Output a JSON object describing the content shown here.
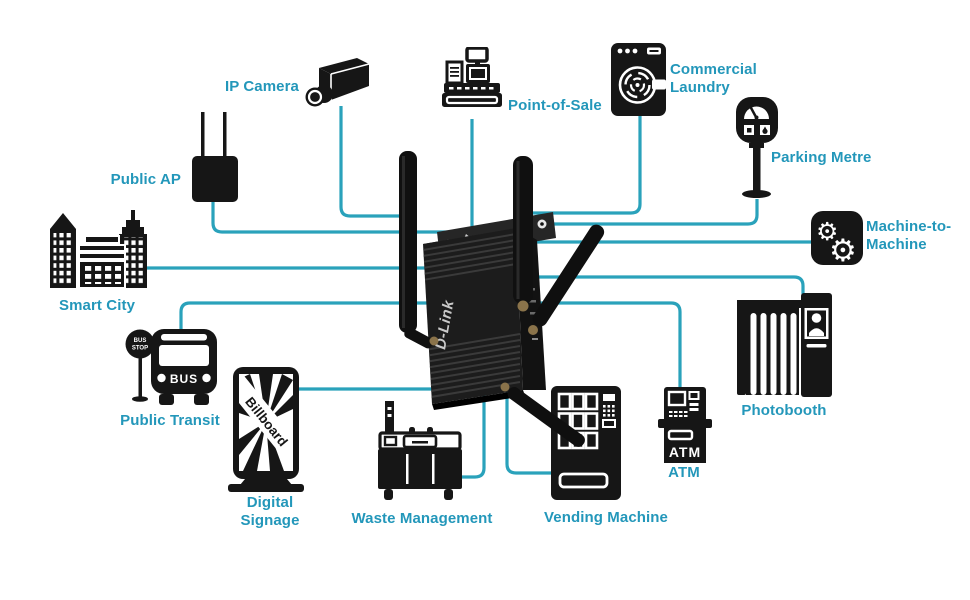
{
  "diagram": {
    "accent_line_color": "#2aa2bb",
    "label_color": "#2397ba",
    "labels": {
      "ip_camera": "IP Camera",
      "public_ap": "Public AP",
      "smart_city": "Smart City",
      "public_transit": "Public Transit",
      "digital_signage": "Digital\nSignage",
      "waste_management": "Waste Management",
      "vending_machine": "Vending Machine",
      "atm": "ATM",
      "photobooth": "Photobooth",
      "machine_to_machine": "Machine-to-\nMachine",
      "parking_metre": "Parking Metre",
      "commercial_laundry": "Commercial\nLaundry",
      "point_of_sale": "Point-of-Sale"
    },
    "icon_texts": {
      "bus_sign_line1": "BUS",
      "bus_sign_line2": "STOP",
      "bus_front": "BUS",
      "billboard": "Billboard",
      "atm_machine": "ATM",
      "router_brand": "D-Link"
    }
  }
}
